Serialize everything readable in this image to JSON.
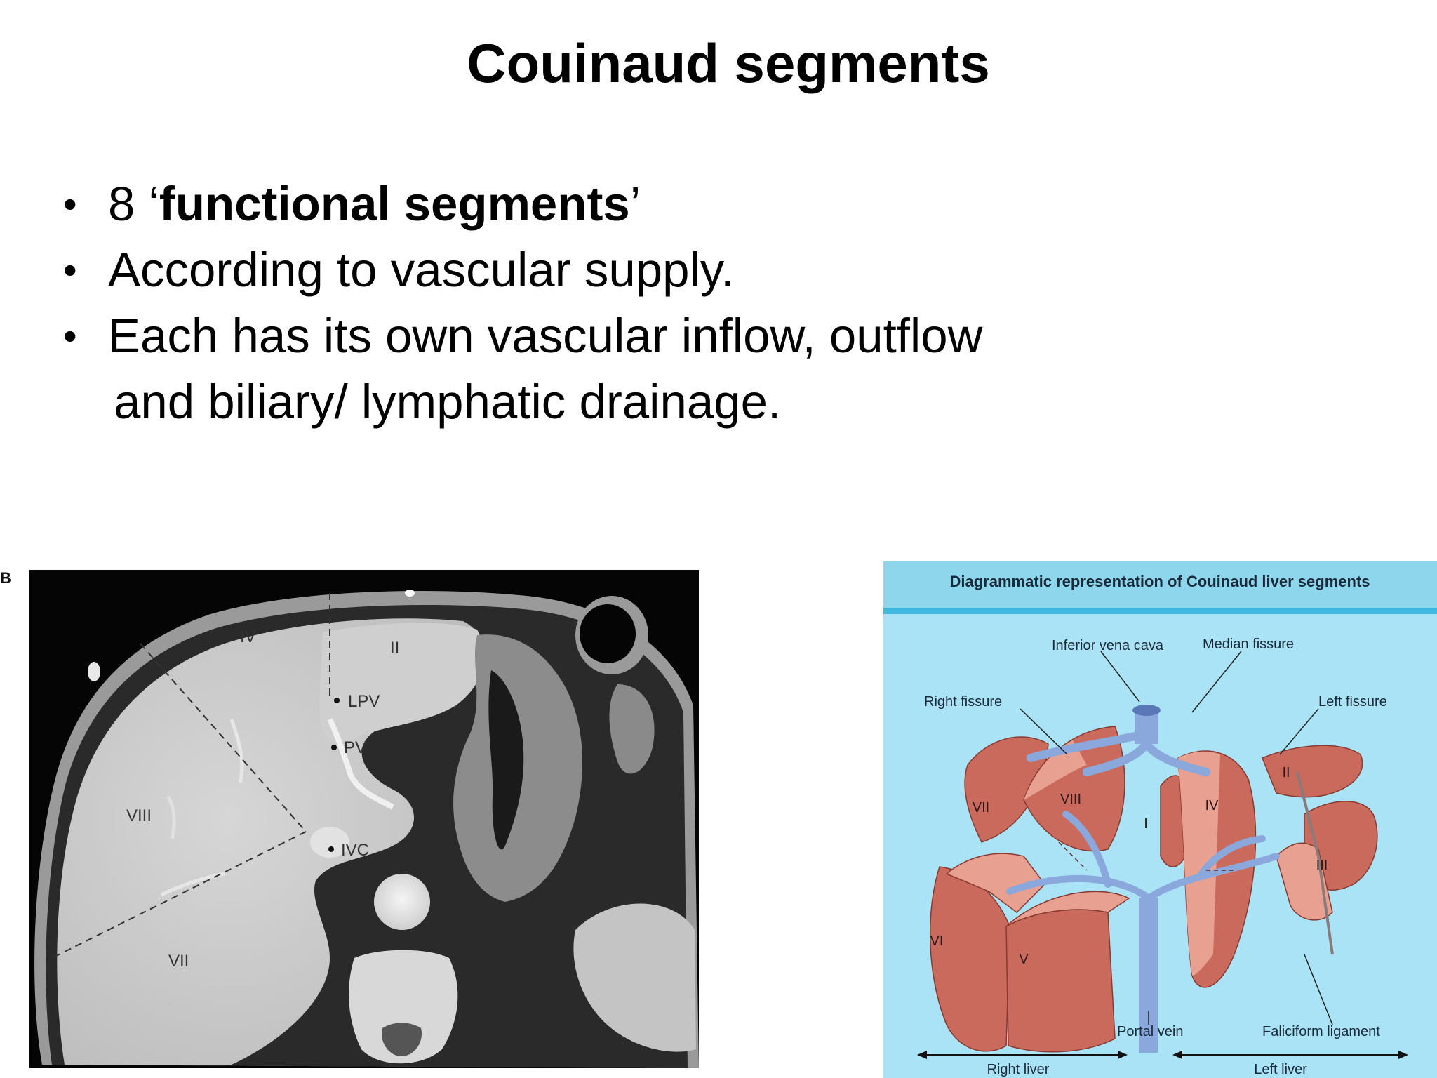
{
  "slide": {
    "title": "Couinaud segments",
    "bullets": [
      {
        "prefix": "8 ‘",
        "bold": "functional segments",
        "suffix": "’"
      },
      {
        "text": "According to vascular supply."
      },
      {
        "text": "Each has its own vascular inflow, outflow",
        "continuation": "and biliary/ lymphatic  drainage."
      }
    ],
    "bullet_glyph": "•"
  },
  "ct_image": {
    "panel_letter": "B",
    "labels": {
      "iv": "IV",
      "ii": "II",
      "lpv": "LPV",
      "pv": "PV",
      "viii": "VIII",
      "ivc": "IVC",
      "vii": "VII"
    }
  },
  "diagram": {
    "title": "Diagrammatic representation of Couinaud liver segments",
    "callouts": {
      "ivc": "Inferior vena cava",
      "median_fissure": "Median fissure",
      "right_fissure": "Right fissure",
      "left_fissure": "Left fissure",
      "portal_vein": "Portal vein",
      "falciform": "Faliciform ligament",
      "right_liver": "Right liver",
      "left_liver": "Left liver"
    },
    "segments": {
      "s1": "I",
      "s2": "II",
      "s3": "III",
      "s4": "IV",
      "s5": "V",
      "s6": "VI",
      "s7": "VII",
      "s8": "VIII"
    },
    "colors": {
      "header_bg": "#8ed6ec",
      "header_band": "#3fb7dc",
      "body_bg": "#a9e3f5",
      "liver": "#c96a5c",
      "liver_light": "#e8a090",
      "vessel": "#8aa8dc",
      "vessel_dark": "#5a78b8"
    }
  }
}
